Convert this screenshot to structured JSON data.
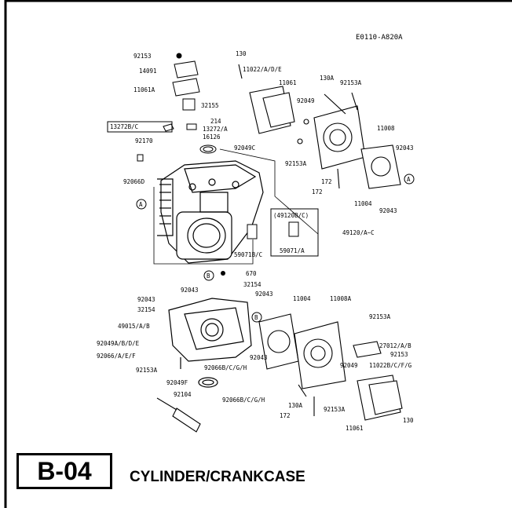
{
  "diagram_code": "E0110-A820A",
  "section_code": "B-04",
  "section_title": "CYLINDER/CRANKCASE",
  "callout_a": "A",
  "callout_b": "B",
  "parts": [
    "92153",
    "14091",
    "11061A",
    "32155",
    "214",
    "13272/A",
    "16126",
    "13272B/C",
    "92170",
    "92066D",
    "92049C",
    "130",
    "11022/A/D/E",
    "11061",
    "130A",
    "92153A",
    "92049",
    "11008",
    "92043",
    "92153A",
    "172",
    "172",
    "11004",
    "92043",
    "(49120B/C)",
    "59071/A",
    "49120/A~C",
    "59071B/C",
    "670",
    "92043",
    "32154",
    "92043",
    "32154",
    "49015/A/B",
    "92049A/B/D/E",
    "92066/A/E/F",
    "92153A",
    "92049F",
    "92104",
    "92066B/C/G/H",
    "92066B/C/G/H",
    "92043",
    "11004",
    "92043",
    "11008A",
    "92153A",
    "27012/A/B",
    "92153",
    "92049",
    "11022B/C/F/G",
    "130A",
    "92153A",
    "172",
    "11061",
    "130"
  ]
}
